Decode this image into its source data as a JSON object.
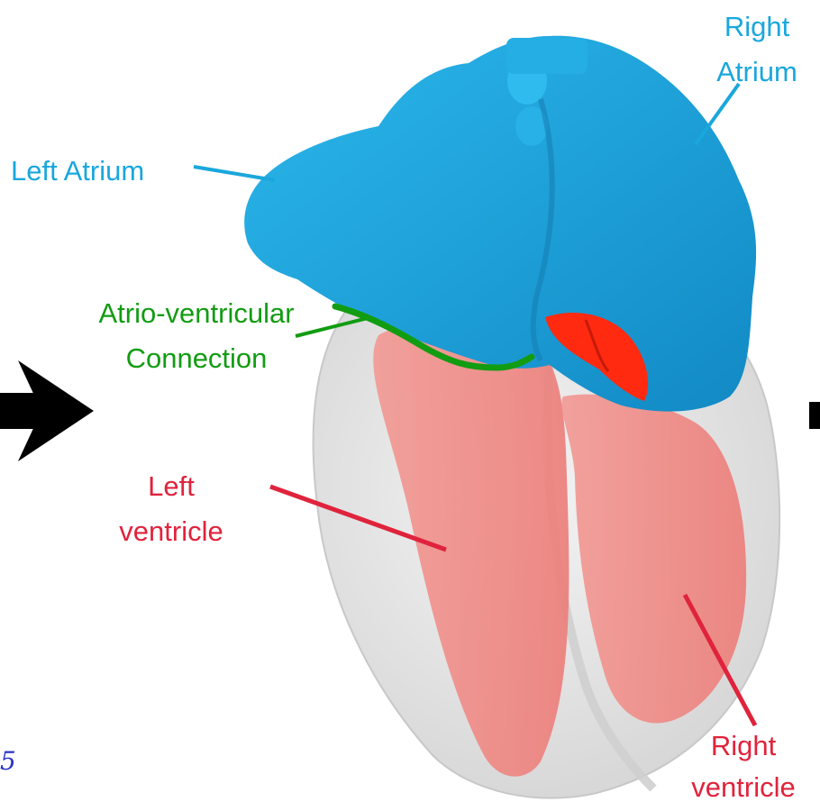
{
  "labels": {
    "left_atrium": "Left Atrium",
    "right_atrium_line1": "Right",
    "right_atrium_line2": "Atrium",
    "av_connection_line1": "Atrio-ventricular",
    "av_connection_line2": "Connection",
    "left_ventricle_line1": "Left",
    "left_ventricle_line2": "ventricle",
    "right_ventricle_line1": "Right",
    "right_ventricle_line2": "ventricle"
  },
  "page_number": "5",
  "colors": {
    "atria": "#1ea8df",
    "ventricles": "#f08a86",
    "myocardium_shell": "#e4e4e4",
    "av_connection": "#129c12",
    "leader_red": "#e0233c",
    "leader_blue": "#1aa7dc",
    "arrow": "#000000"
  },
  "icons": {
    "left_arrow": "right-arrow-icon",
    "right_edge": "partial-arrow-icon"
  }
}
